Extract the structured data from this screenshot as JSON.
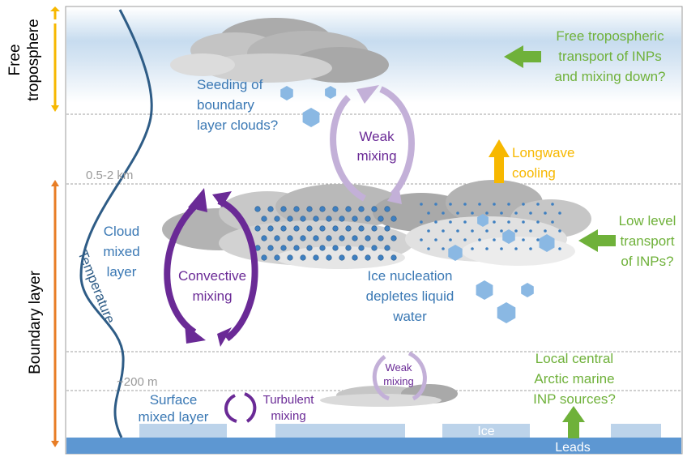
{
  "labels": {
    "free_troposphere_1": "Free",
    "free_troposphere_2": "troposphere",
    "boundary_layer": "Boundary layer",
    "temperature": "Temperature",
    "height_upper": "0.5-2 km",
    "height_lower": "~200 m",
    "seeding_1": "Seeding of",
    "seeding_2": "boundary",
    "seeding_3": "layer clouds?",
    "weak_mixing_upper_1": "Weak",
    "weak_mixing_upper_2": "mixing",
    "longwave_1": "Longwave",
    "longwave_2": "cooling",
    "free_transport_1": "Free tropospheric",
    "free_transport_2": "transport of INPs",
    "free_transport_3": "and mixing down?",
    "cloud_mixed_1": "Cloud",
    "cloud_mixed_2": "mixed",
    "cloud_mixed_3": "layer",
    "convective_1": "Convective",
    "convective_2": "mixing",
    "ice_nucleation_1": "Ice nucleation",
    "ice_nucleation_2": "depletes liquid",
    "ice_nucleation_3": "water",
    "low_level_1": "Low level",
    "low_level_2": "transport",
    "low_level_3": "of INPs?",
    "weak_mixing_lower_1": "Weak",
    "weak_mixing_lower_2": "mixing",
    "surface_mixed_1": "Surface",
    "surface_mixed_2": "mixed layer",
    "turbulent_1": "Turbulent",
    "turbulent_2": "mixing",
    "local_sources_1": "Local central",
    "local_sources_2": "Arctic marine",
    "local_sources_3": "INP sources?",
    "ice": "Ice",
    "leads": "Leads"
  },
  "colors": {
    "blue_text": "#3a78b4",
    "green_text": "#6fb13a",
    "purple": "#6a2a96",
    "light_purple": "#c3b0d8",
    "orange": "#e87d25",
    "yellow": "#f7b800",
    "sky": "#c9ddef",
    "ice_floe": "#bcd3ea",
    "ocean": "#5d97d2",
    "crystal": "#8ab8e3",
    "droplet": "#3e7fc0",
    "temp_line": "#2e5c86",
    "gray_text": "#9a9a9a"
  }
}
